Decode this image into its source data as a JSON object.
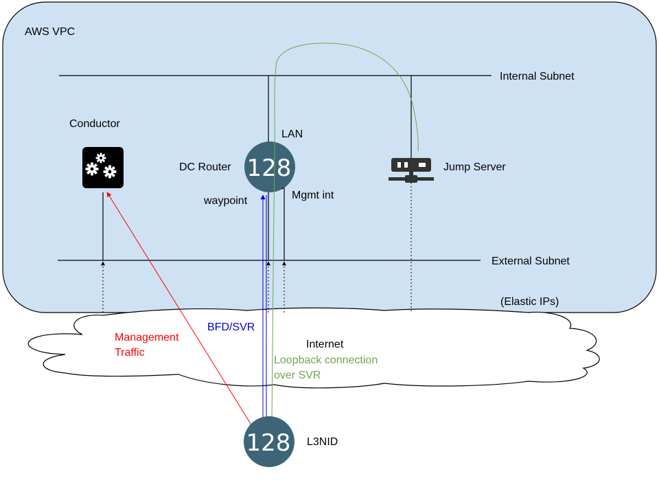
{
  "vpc": {
    "title": "AWS VPC"
  },
  "subnets": {
    "internal": "Internal Subnet",
    "external": "External Subnet",
    "elastic_ips": "(Elastic IPs)"
  },
  "nodes": {
    "conductor": {
      "label": "Conductor",
      "icon": "gears-icon"
    },
    "dc_router": {
      "label": "DC Router",
      "badge": "128",
      "lan_label": "LAN",
      "mgmt_label": "Mgmt int",
      "waypoint_label": "waypoint"
    },
    "jump_server": {
      "label": "Jump Server",
      "icon": "server-icon"
    },
    "l3nid": {
      "label": "L3NID",
      "badge": "128"
    }
  },
  "cloud": {
    "label": "Internet"
  },
  "flows": {
    "management": {
      "line1": "Management",
      "line2": "Traffic",
      "color": "#ff0000"
    },
    "bfd_svr": {
      "label": "BFD/SVR",
      "color": "#0000cc"
    },
    "loopback": {
      "line1": "Loopback connection",
      "line2": "over SVR",
      "color": "#6aa84f"
    }
  },
  "colors": {
    "vpc_fill": "#cfe2f3",
    "router_badge": "#3d6577",
    "icon_dark": "#000000",
    "server_dark": "#333333"
  }
}
